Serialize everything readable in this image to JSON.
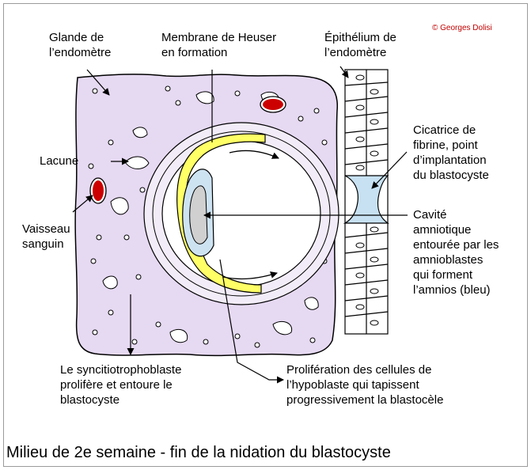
{
  "copyright": "© Georges Dolisi",
  "labels": {
    "glande": "Glande de\nl’endomètre",
    "heuser": "Membrane de Heuser\nen formation",
    "epithelium": "Épithélium de\nl’endomètre",
    "lacune": "Lacune",
    "vaisseau": "Vaisseau\nsanguin",
    "cicatrice": "Cicatrice de\nfibrine, point\nd’implantation\ndu blastocyste",
    "cavite": "Cavité\namniotique\nentourée par les\namnioblastes\nqui forment\nl’amnios (bleu)",
    "syncitio": "Le syncitiotrophoblaste\nprolifère et entoure le\nblastocyste",
    "hypoblaste": "Prolifération des cellules de\nl’hypoblaste qui tapissent\nprogressivement la blastocèle"
  },
  "caption": "Milieu de 2e semaine - fin de la nidation du blastocyste",
  "colors": {
    "syncitio_fill": "#e6d9f2",
    "hypoblast_fill": "#ffff66",
    "amnion_fill": "#cde3f2",
    "fibrin_fill": "#c7e1f2",
    "cavity_fill": "#d0d0d0",
    "vessel_fill": "#cc0000"
  }
}
